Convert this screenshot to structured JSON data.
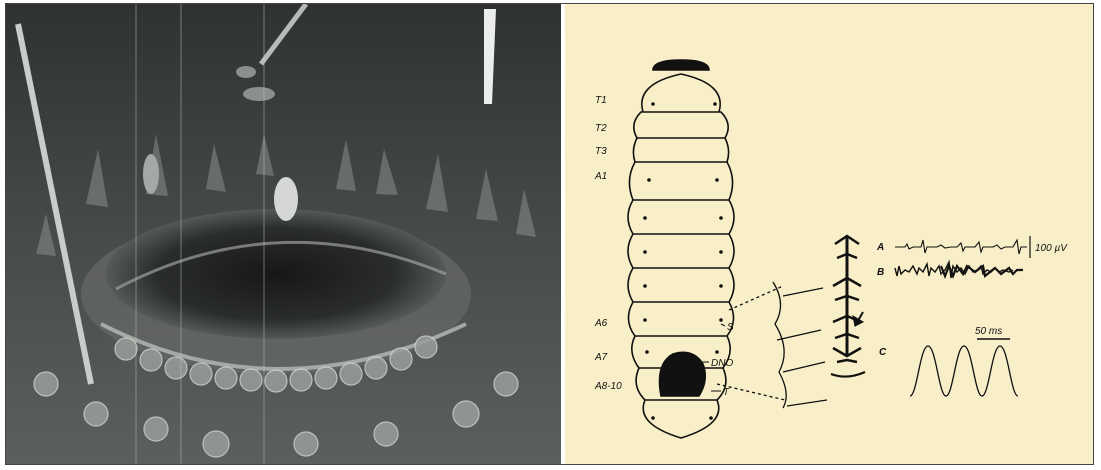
{
  "diagram": {
    "background": "#f8efc8",
    "segment_labels": [
      "T1",
      "T2",
      "T3",
      "A1",
      "A6",
      "A7",
      "A8-10"
    ],
    "organ_labels": {
      "s": "S",
      "dno": "DNO",
      "t": "T"
    },
    "traces": {
      "a_label": "A",
      "b_label": "B",
      "c_label": "C",
      "amplitude_scale": "100 µV",
      "time_scale": "50 ms"
    }
  }
}
